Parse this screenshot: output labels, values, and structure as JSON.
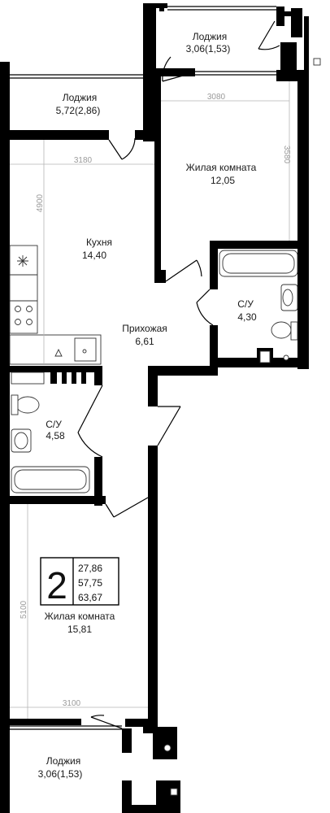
{
  "rooms": {
    "loggia_top": {
      "name": "Лоджия",
      "area": "3,06(1,53)"
    },
    "loggia_left": {
      "name": "Лоджия",
      "area": "5,72(2,86)"
    },
    "living_top": {
      "name": "Жилая комната",
      "area": "12,05"
    },
    "kitchen": {
      "name": "Кухня",
      "area": "14,40"
    },
    "hall": {
      "name": "Прихожая",
      "area": "6,61"
    },
    "bath_right": {
      "name": "С/У",
      "area": "4,30"
    },
    "bath_left": {
      "name": "С/У",
      "area": "4,58"
    },
    "living_bottom": {
      "name": "Жилая комната",
      "area": "15,81"
    },
    "loggia_bottom": {
      "name": "Лоджия",
      "area": "3,06(1,53)"
    }
  },
  "dimensions": {
    "d3080": "3080",
    "d3580": "3580",
    "d3180": "3180",
    "d4900": "4900",
    "d5100": "5100",
    "d3100": "3100"
  },
  "summary": {
    "rooms_count": "2",
    "living_area": "27,86",
    "total_area": "57,75",
    "area_with_loggias": "63,67"
  }
}
